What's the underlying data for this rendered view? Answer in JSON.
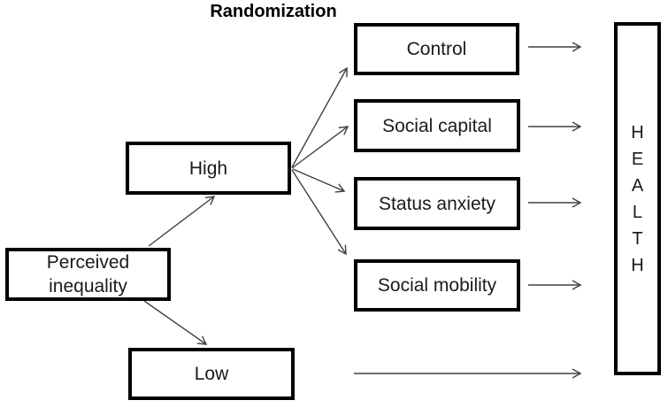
{
  "diagram": {
    "title": "Randomization",
    "nodes": {
      "perceived_inequality": {
        "line1": "Perceived",
        "line2": "inequality"
      },
      "high": {
        "label": "High"
      },
      "low": {
        "label": "Low"
      },
      "control": {
        "label": "Control"
      },
      "social_capital": {
        "label": "Social capital"
      },
      "status_anxiety": {
        "label": "Status anxiety"
      },
      "social_mobility": {
        "label": "Social mobility"
      },
      "health": {
        "label": "HEALTH",
        "letters": [
          "H",
          "E",
          "A",
          "L",
          "T",
          "H"
        ]
      }
    },
    "edges": [
      {
        "from": "perceived_inequality",
        "to": "high"
      },
      {
        "from": "perceived_inequality",
        "to": "low"
      },
      {
        "from": "high",
        "to": "control"
      },
      {
        "from": "high",
        "to": "social_capital"
      },
      {
        "from": "high",
        "to": "status_anxiety"
      },
      {
        "from": "high",
        "to": "social_mobility"
      },
      {
        "from": "control",
        "to": "health"
      },
      {
        "from": "social_capital",
        "to": "health"
      },
      {
        "from": "status_anxiety",
        "to": "health"
      },
      {
        "from": "social_mobility",
        "to": "health"
      },
      {
        "from": "low",
        "to": "health"
      }
    ],
    "colors": {
      "background": "#ffffff",
      "box_border": "#000000",
      "text": "#1a1a1a",
      "arrow": "#404040"
    }
  }
}
